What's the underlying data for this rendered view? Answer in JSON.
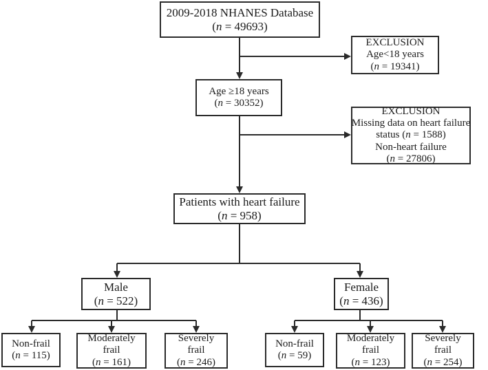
{
  "colors": {
    "stroke": "#2a2a2a",
    "background": "#ffffff",
    "text": "#1a1a1a"
  },
  "nodes": {
    "database": {
      "lines": [
        "2009-2018 NHANES Database"
      ],
      "n": "49693"
    },
    "excl1": {
      "lines": [
        "EXCLUSION",
        "Age<18 years"
      ],
      "n": "19341"
    },
    "adults": {
      "lines": [
        "Age ≥18 years"
      ],
      "n": "30352"
    },
    "excl2": {
      "title": "EXCLUSION",
      "line1": "Missing data on heart failure",
      "line2_prefix": "status (",
      "n1": "1588",
      "line3": "Non-heart failure",
      "n2": "27806"
    },
    "hf": {
      "lines": [
        "Patients with heart failure"
      ],
      "n": "958"
    },
    "male": {
      "lines": [
        "Male"
      ],
      "n": "522"
    },
    "female": {
      "lines": [
        "Female"
      ],
      "n": "436"
    },
    "m_nonfrail": {
      "lines": [
        "Non-frail"
      ],
      "n": "115"
    },
    "m_moderate": {
      "lines": [
        "Moderately",
        "frail"
      ],
      "n": "161"
    },
    "m_severe": {
      "lines": [
        "Severely",
        "frail"
      ],
      "n": "246"
    },
    "f_nonfrail": {
      "lines": [
        "Non-frail"
      ],
      "n": "59"
    },
    "f_moderate": {
      "lines": [
        "Moderately",
        "frail"
      ],
      "n": "123"
    },
    "f_severe": {
      "lines": [
        "Severely",
        "frail"
      ],
      "n": "254"
    }
  },
  "n_symbol": "n",
  "eq": " = "
}
